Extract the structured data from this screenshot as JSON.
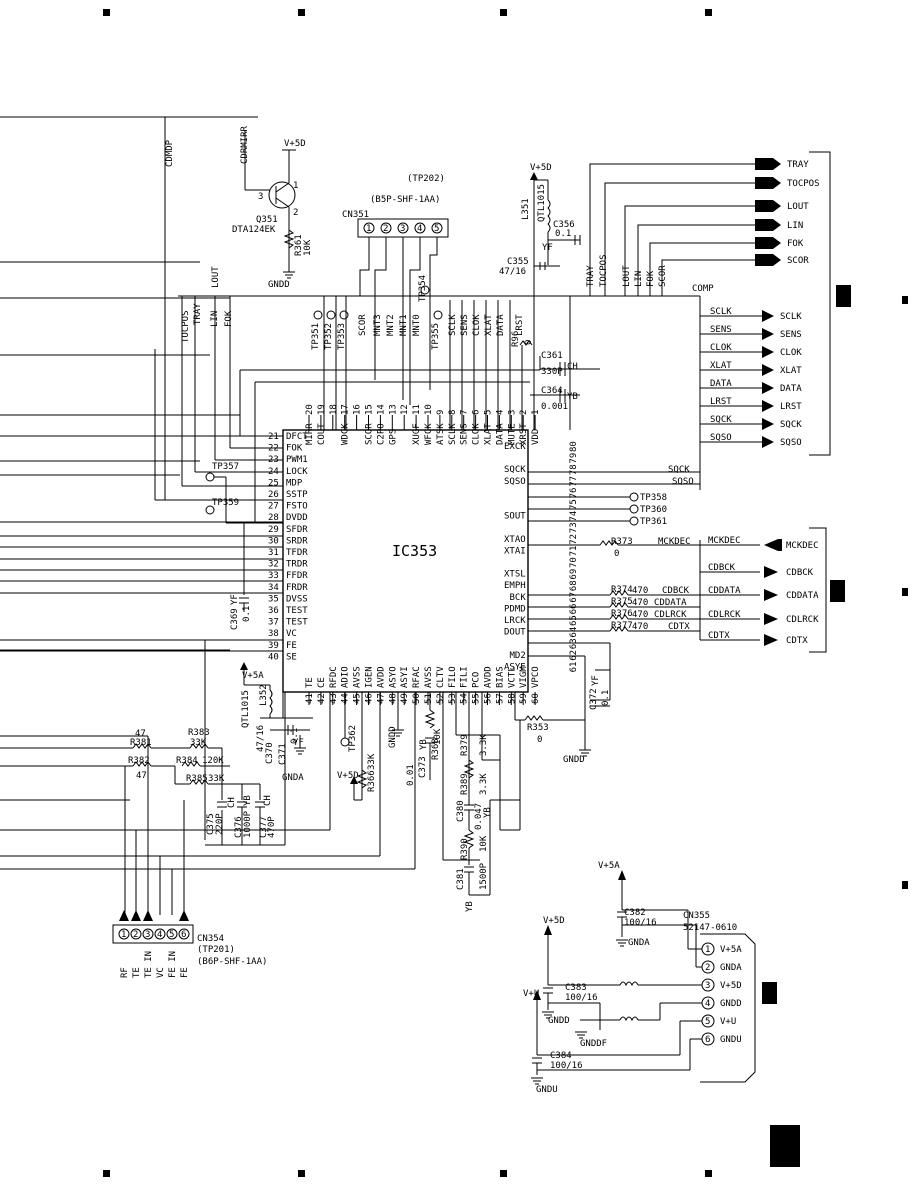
{
  "ic": {
    "name": "IC353",
    "left_pins": [
      [
        "21",
        "DFCT"
      ],
      [
        "22",
        "FOK"
      ],
      [
        "23",
        "PWM1"
      ],
      [
        "24",
        "LOCK"
      ],
      [
        "25",
        "MDP"
      ],
      [
        "26",
        "SSTP"
      ],
      [
        "27",
        "FSTO"
      ],
      [
        "28",
        "DVDD"
      ],
      [
        "29",
        "SFDR"
      ],
      [
        "30",
        "SRDR"
      ],
      [
        "31",
        "TFDR"
      ],
      [
        "32",
        "TRDR"
      ],
      [
        "33",
        "FFDR"
      ],
      [
        "34",
        "FRDR"
      ],
      [
        "35",
        "DVSS"
      ],
      [
        "36",
        "TEST"
      ],
      [
        "37",
        "TEST"
      ],
      [
        "38",
        "VC"
      ],
      [
        "39",
        "FE"
      ],
      [
        "40",
        "SE"
      ]
    ],
    "top_pins": [
      [
        "20",
        "MIRR"
      ],
      [
        "19",
        "COUT"
      ],
      [
        "18",
        ""
      ],
      [
        "17",
        "WDCK"
      ],
      [
        "16",
        ""
      ],
      [
        "15",
        "SCOR"
      ],
      [
        "14",
        "C2PO"
      ],
      [
        "13",
        "GPS"
      ],
      [
        "12",
        ""
      ],
      [
        "11",
        "XUGF"
      ],
      [
        "10",
        "WFCK"
      ],
      [
        "9",
        "ATSK"
      ],
      [
        "8",
        "SCLK"
      ],
      [
        "7",
        "SENS"
      ],
      [
        "6",
        "CLOK"
      ],
      [
        "5",
        "XLAT"
      ],
      [
        "4",
        "DATA"
      ],
      [
        "3",
        "MUTE"
      ],
      [
        "2",
        "XRST"
      ],
      [
        "1",
        "VDD"
      ]
    ],
    "bottom_pins": [
      [
        "41",
        "TE"
      ],
      [
        "42",
        "CE"
      ],
      [
        "43",
        "RFDC"
      ],
      [
        "44",
        "ADIO"
      ],
      [
        "45",
        "AVSS"
      ],
      [
        "46",
        "IGEN"
      ],
      [
        "47",
        "AVDD"
      ],
      [
        "48",
        "ASYO"
      ],
      [
        "49",
        "ASYI"
      ],
      [
        "50",
        "RFAC"
      ],
      [
        "51",
        "AVSS"
      ],
      [
        "52",
        "CLTV"
      ],
      [
        "53",
        "FILO"
      ],
      [
        "54",
        "FILI"
      ],
      [
        "55",
        "PCO"
      ],
      [
        "56",
        "AVDD"
      ],
      [
        "57",
        "BIAS"
      ],
      [
        "58",
        "VCTL"
      ],
      [
        "59",
        "VIGM"
      ],
      [
        "60",
        "VPCO"
      ]
    ],
    "right_pins": [
      [
        "80",
        "EXCK"
      ],
      [
        "79",
        ""
      ],
      [
        "78",
        "SQCK"
      ],
      [
        "77",
        "SQSO"
      ],
      [
        "76",
        ""
      ],
      [
        "75",
        ""
      ],
      [
        "74",
        "SOUT"
      ],
      [
        "73",
        ""
      ],
      [
        "72",
        "XTAO"
      ],
      [
        "71",
        "XTAI"
      ],
      [
        "70",
        ""
      ],
      [
        "69",
        "XTSL"
      ],
      [
        "68",
        "EMPH"
      ],
      [
        "67",
        "BCK"
      ],
      [
        "66",
        "PDMD"
      ],
      [
        "65",
        "LRCK"
      ],
      [
        "64",
        "DOUT"
      ],
      [
        "63",
        ""
      ],
      [
        "62",
        "MD2"
      ],
      [
        "61",
        "ASYE"
      ]
    ]
  },
  "components": {
    "q351": {
      "ref": "Q351",
      "part": "DTA124EK",
      "r": "R361",
      "rv": "10K",
      "p3": "3",
      "p2": "2",
      "p1": "1"
    },
    "cn351": {
      "ref": "CN351",
      "tp": "(TP202)",
      "part": "(B5P-SHF-1AA)",
      "pins": [
        "1",
        "2",
        "3",
        "4",
        "5"
      ]
    },
    "l351": {
      "ref": "L351",
      "part": "QTL1015"
    },
    "c356": {
      "ref": "C356",
      "v": "0.1"
    },
    "c355": {
      "ref": "C355",
      "v": "47/16",
      "yf": "YF"
    },
    "r96": {
      "ref": "R96",
      "v": "0"
    },
    "c361": {
      "ref": "C361",
      "v": "330P",
      "t": "CH"
    },
    "c364": {
      "ref": "C364",
      "v": "0.001",
      "t": "YB"
    },
    "c369": {
      "ref": "C369",
      "v": "0.1",
      "t": "YF"
    },
    "l352": {
      "ref": "L352",
      "part": "QTL1015"
    },
    "c370": {
      "ref": "C370",
      "v": "47/16"
    },
    "c371": {
      "ref": "C371",
      "v": "0.1",
      "t": "YF"
    },
    "r373": {
      "ref": "R373",
      "v": "0"
    },
    "r374": {
      "ref": "R374",
      "v": "470"
    },
    "r375": {
      "ref": "R375",
      "v": "470"
    },
    "r376": {
      "ref": "R376",
      "v": "470"
    },
    "r377": {
      "ref": "R377",
      "v": "470"
    },
    "c372": {
      "ref": "C372",
      "v": "0.1",
      "t": "YF"
    },
    "r353": {
      "ref": "R353",
      "v": "0"
    },
    "r381": {
      "ref": "R381",
      "v": "47"
    },
    "r382": {
      "ref": "R382",
      "v": "47"
    },
    "r383": {
      "ref": "R383",
      "v": "33K"
    },
    "r384": {
      "ref": "R384",
      "v": "120K"
    },
    "r385": {
      "ref": "R385",
      "v": "33K"
    },
    "c375": {
      "ref": "C375",
      "v": "220P",
      "t": "CH"
    },
    "c376": {
      "ref": "C376",
      "v": "1000P",
      "t": "YB"
    },
    "c377": {
      "ref": "C377",
      "v": "470P",
      "t": "CH"
    },
    "r366": {
      "ref": "R366",
      "v": "33K"
    },
    "r368": {
      "ref": "R368",
      "v": "10K"
    },
    "c373": {
      "ref": "C373",
      "v": "0.01",
      "t": "YB"
    },
    "r379": {
      "ref": "R379",
      "v": "3.3K"
    },
    "r389": {
      "ref": "R389",
      "v": "3.3K"
    },
    "c380": {
      "ref": "C380",
      "v": "0.047",
      "t": "YB"
    },
    "r390": {
      "ref": "R390",
      "v": "10K"
    },
    "c381": {
      "ref": "C381",
      "v": "1500P",
      "t": "YB"
    },
    "c382": {
      "ref": "C382",
      "v": "100/16"
    },
    "c383": {
      "ref": "C383",
      "v": "100/16"
    },
    "c384": {
      "ref": "C384",
      "v": "100/16"
    },
    "cn354": {
      "ref": "CN354",
      "tp": "(TP201)",
      "part": "(B6P-SHF-1AA)",
      "pins": [
        "1",
        "2",
        "3",
        "4",
        "5",
        "6"
      ],
      "sig": [
        "RF",
        "TE",
        "TE IN",
        "VC",
        "FE IN",
        "FE"
      ]
    },
    "cn355": {
      "ref": "CN355",
      "part": "52147-0610",
      "pins": [
        "1",
        "2",
        "3",
        "4",
        "5",
        "6"
      ],
      "sig": [
        "V+5A",
        "GNDA",
        "V+5D",
        "GNDD",
        "V+U",
        "GNDU"
      ]
    }
  },
  "testpoints": {
    "tp351": "TP351",
    "tp352": "TP352",
    "tp353": "TP353",
    "tp354": "TP354",
    "tp355": "TP355",
    "tp357": "TP357",
    "tp359": "TP359",
    "tp358": "TP358",
    "tp360": "TP360",
    "tp361": "TP361",
    "tp362": "TP362"
  },
  "power": {
    "v5d": "V+5D",
    "v5a": "V+5A",
    "vu": "V+U",
    "gndd": "GNDD",
    "gnda": "GNDA",
    "gndu": "GNDU",
    "gnddf": "GNDDF"
  },
  "nets": {
    "cdmdp": "CDMDP",
    "cdrmirr": "CDRMIRR",
    "lout": "LOUT",
    "lin": "LIN",
    "fok": "FOK",
    "tocpos": "TOCPOS",
    "tray": "TRAY",
    "scor": "SCOR",
    "mnt3": "MNT3",
    "mnt2": "MNT2",
    "mnt1": "MNT1",
    "mnt0": "MNT0",
    "sclk": "SCLK",
    "sens": "SENS",
    "clok": "CLOK",
    "xlat": "XLAT",
    "data": "DATA",
    "lrst": "LRST",
    "comp": "COMP",
    "sqck": "SQCK",
    "sqso": "SQSO",
    "mckdec": "MCKDEC",
    "cdbck": "CDBCK",
    "cddata": "CDDATA",
    "cdlrck": "CDLRCK",
    "cdtx": "CDTX"
  },
  "right_connectors_top": [
    "TRAY",
    "TOCPOS",
    "LOUT",
    "LIN",
    "FOK",
    "SCOR"
  ],
  "right_connectors_mid": [
    "SCLK",
    "SENS",
    "CLOK",
    "XLAT",
    "DATA",
    "LRST",
    "SQCK",
    "SQSO"
  ],
  "right_connectors_low": [
    "MCKDEC",
    "CDBCK",
    "CDDATA",
    "CDLRCK",
    "CDTX"
  ]
}
